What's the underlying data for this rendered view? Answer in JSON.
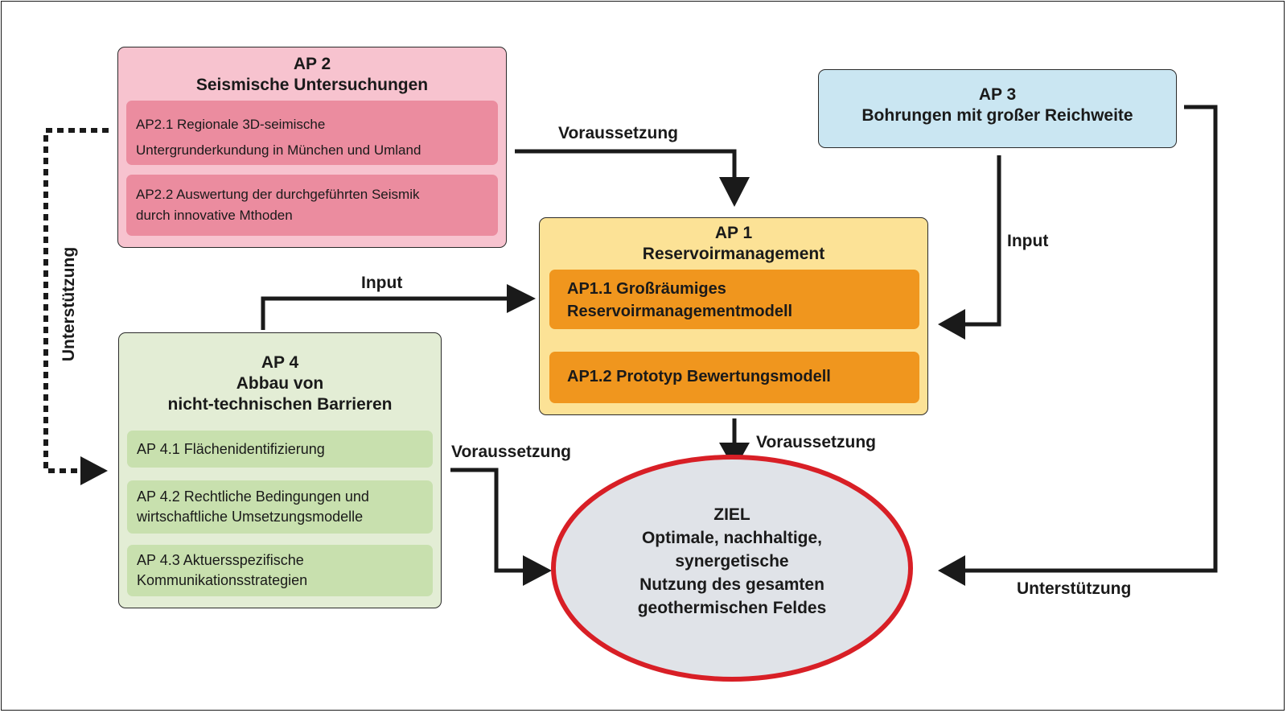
{
  "colors": {
    "ap2_box": "#f7c3cf",
    "ap2_sub": "#eb8c9f",
    "ap3_box": "#cae6f2",
    "ap1_box": "#fce296",
    "ap1_sub": "#f0961e",
    "ap4_box": "#e3edd5",
    "ap4_sub": "#c8e0ae",
    "goal_fill": "#e0e3e8",
    "goal_stroke": "#d81f26",
    "arrow": "#1a1a1a"
  },
  "ap2": {
    "title_line1": "AP 2",
    "title_line2": "Seismische Untersuchungen",
    "sub1_line1": "AP2.1 Regionale 3D-seimische",
    "sub1_line2": "Untergrunderkundung in München und Umland",
    "sub2_line1": "AP2.2 Auswertung der durchgeführten Seismik",
    "sub2_line2": "durch innovative Mthoden"
  },
  "ap3": {
    "title_line1": "AP 3",
    "title_line2": "Bohrungen mit großer Reichweite"
  },
  "ap1": {
    "title_line1": "AP 1",
    "title_line2": "Reservoirmanagement",
    "sub1_line1": "AP1.1 Großräumiges",
    "sub1_line2": "Reservoirmanagementmodell",
    "sub2": "AP1.2 Prototyp Bewertungsmodell"
  },
  "ap4": {
    "title_line1": "AP 4",
    "title_line2": "Abbau von",
    "title_line3": "nicht-technischen Barrieren",
    "sub1": "AP 4.1 Flächenidentifizierung",
    "sub2_line1": "AP 4.2 Rechtliche Bedingungen und",
    "sub2_line2": "wirtschaftliche Umsetzungsmodelle",
    "sub3_line1": "AP 4.3 Aktuersspezifische",
    "sub3_line2": "Kommunikationsstrategien"
  },
  "goal": {
    "line1": "ZIEL",
    "line2": "Optimale, nachhaltige,",
    "line3": "synergetische",
    "line4": "Nutzung des gesamten",
    "line5": "geothermischen Feldes"
  },
  "edges": {
    "ap2_to_ap1": "Voraussetzung",
    "ap3_to_ap1": "Input",
    "ap4_to_ap1": "Input",
    "ap1_to_goal": "Voraussetzung",
    "ap4_to_goal": "Voraussetzung",
    "ap3_to_goal": "Unterstützung",
    "ap2_to_ap4": "Unterstützung"
  }
}
